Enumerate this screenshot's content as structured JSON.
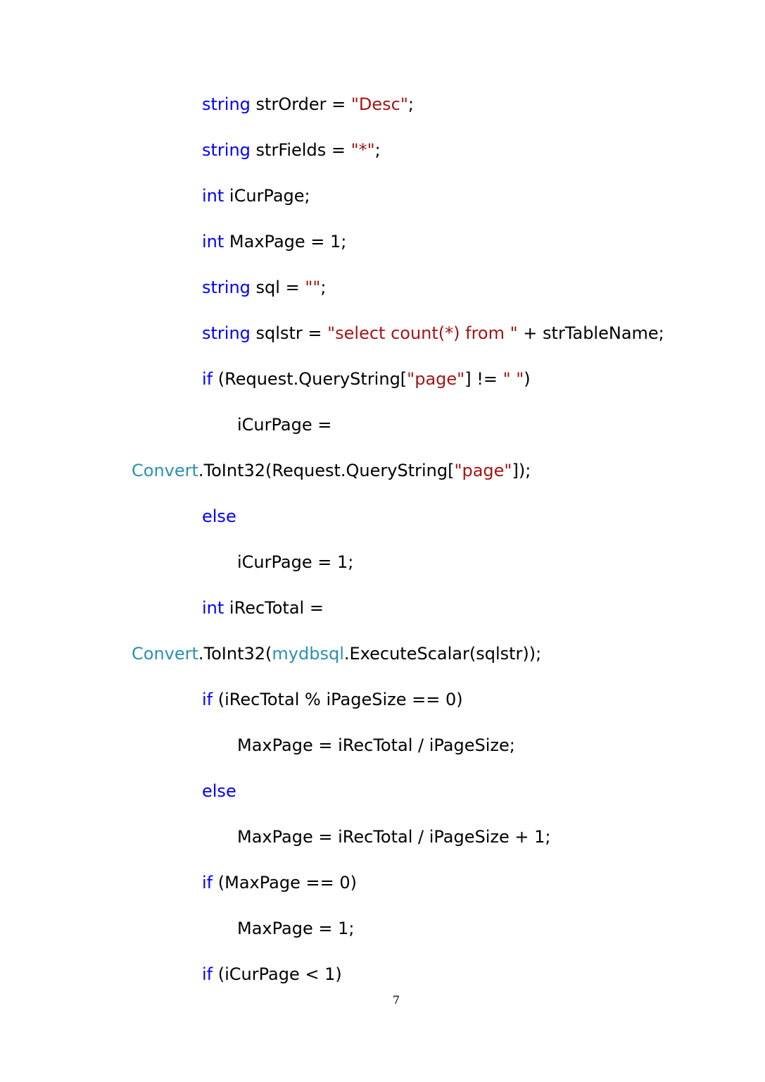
{
  "code_lines": [
    {
      "indent": 1,
      "tokens": [
        {
          "t": "string",
          "k": "kw"
        },
        {
          "t": " strOrder = ",
          "k": "plain"
        },
        {
          "t": "\"Desc\"",
          "k": "str"
        },
        {
          "t": ";",
          "k": "plain"
        }
      ]
    },
    {
      "indent": 1,
      "tokens": [
        {
          "t": "string",
          "k": "kw"
        },
        {
          "t": " strFields = ",
          "k": "plain"
        },
        {
          "t": "\"*\"",
          "k": "str"
        },
        {
          "t": ";",
          "k": "plain"
        }
      ]
    },
    {
      "indent": 1,
      "tokens": [
        {
          "t": "int",
          "k": "kw"
        },
        {
          "t": " iCurPage;",
          "k": "plain"
        }
      ]
    },
    {
      "indent": 1,
      "tokens": [
        {
          "t": "int",
          "k": "kw"
        },
        {
          "t": " MaxPage = 1;",
          "k": "plain"
        }
      ]
    },
    {
      "indent": 1,
      "tokens": [
        {
          "t": "string",
          "k": "kw"
        },
        {
          "t": " sql = ",
          "k": "plain"
        },
        {
          "t": "\"\"",
          "k": "str"
        },
        {
          "t": ";",
          "k": "plain"
        }
      ]
    },
    {
      "indent": 1,
      "tokens": [
        {
          "t": "string",
          "k": "kw"
        },
        {
          "t": " sqlstr = ",
          "k": "plain"
        },
        {
          "t": "\"select count(*) from \"",
          "k": "str"
        },
        {
          "t": " + strTableName;",
          "k": "plain"
        }
      ]
    },
    {
      "indent": 1,
      "tokens": [
        {
          "t": "if",
          "k": "kw"
        },
        {
          "t": " (Request.QueryString[",
          "k": "plain"
        },
        {
          "t": "\"page\"",
          "k": "str"
        },
        {
          "t": "] != ",
          "k": "plain"
        },
        {
          "t": "\" \"",
          "k": "str"
        },
        {
          "t": ")",
          "k": "plain"
        }
      ]
    },
    {
      "indent": 2,
      "tokens": [
        {
          "t": "iCurPage =",
          "k": "plain"
        }
      ]
    },
    {
      "indent": 0,
      "tokens": [
        {
          "t": "Convert",
          "k": "cls"
        },
        {
          "t": ".ToInt32(Request.QueryString[",
          "k": "plain"
        },
        {
          "t": "\"page\"",
          "k": "str"
        },
        {
          "t": "]);",
          "k": "plain"
        }
      ]
    },
    {
      "indent": 1,
      "tokens": [
        {
          "t": "else",
          "k": "kw"
        }
      ]
    },
    {
      "indent": 2,
      "tokens": [
        {
          "t": "iCurPage = 1;",
          "k": "plain"
        }
      ]
    },
    {
      "indent": 1,
      "tokens": [
        {
          "t": "int",
          "k": "kw"
        },
        {
          "t": " iRecTotal =",
          "k": "plain"
        }
      ]
    },
    {
      "indent": 0,
      "tokens": [
        {
          "t": "Convert",
          "k": "cls"
        },
        {
          "t": ".ToInt32(",
          "k": "plain"
        },
        {
          "t": "mydbsql",
          "k": "cls"
        },
        {
          "t": ".ExecuteScalar(sqlstr));",
          "k": "plain"
        }
      ]
    },
    {
      "indent": 1,
      "tokens": [
        {
          "t": "if",
          "k": "kw"
        },
        {
          "t": " (iRecTotal % iPageSize == 0)",
          "k": "plain"
        }
      ]
    },
    {
      "indent": 2,
      "tokens": [
        {
          "t": "MaxPage = iRecTotal / iPageSize;",
          "k": "plain"
        }
      ]
    },
    {
      "indent": 1,
      "tokens": [
        {
          "t": "else",
          "k": "kw"
        }
      ]
    },
    {
      "indent": 2,
      "tokens": [
        {
          "t": "MaxPage = iRecTotal / iPageSize + 1;",
          "k": "plain"
        }
      ]
    },
    {
      "indent": 1,
      "tokens": [
        {
          "t": "if",
          "k": "kw"
        },
        {
          "t": " (MaxPage == 0)",
          "k": "plain"
        }
      ]
    },
    {
      "indent": 2,
      "tokens": [
        {
          "t": "MaxPage = 1;",
          "k": "plain"
        }
      ]
    },
    {
      "indent": 1,
      "tokens": [
        {
          "t": "if",
          "k": "kw"
        },
        {
          "t": " (iCurPage < 1)",
          "k": "plain"
        }
      ]
    }
  ],
  "page_number": "7",
  "colors": {
    "keyword": "#0000ff",
    "string": "#a31515",
    "class": "#2b91af",
    "text": "#000000"
  }
}
